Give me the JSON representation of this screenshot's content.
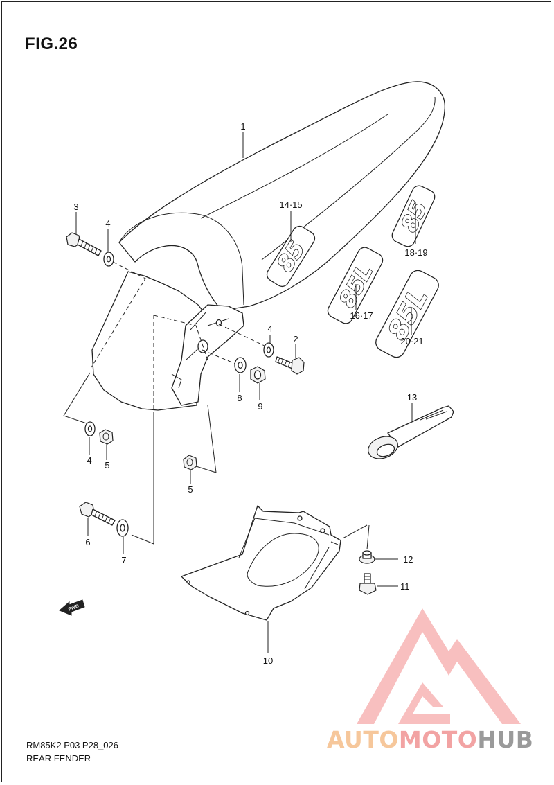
{
  "figure": {
    "title": "FIG.26",
    "code": "RM85K2 P03 P28_026",
    "name": "REAR FENDER",
    "fwd_arrow_text": "FWD"
  },
  "part_labels": {
    "p1": "1",
    "p2": "2",
    "p3": "3",
    "p4_top": "4",
    "p4_mid": "4",
    "p4_low": "4",
    "p5_a": "5",
    "p5_b": "5",
    "p6": "6",
    "p7": "7",
    "p8": "8",
    "p9": "9",
    "p10": "10",
    "p11": "11",
    "p12": "12",
    "p13": "13",
    "p14_15": "14·15",
    "p16_17": "16·17",
    "p18_19": "18·19",
    "p20_21": "20·21"
  },
  "decals": {
    "fender_badge": "85",
    "d16_17": "85L",
    "d18_19": "85",
    "d20_21": "85L"
  },
  "watermark": {
    "part1": "AUTO",
    "part2": "MOTO",
    "part3": "HUB",
    "color_auto": "#f6c79b",
    "color_moto": "#f2a3a3",
    "color_hub": "#9a9a9a",
    "logo_color": "#f5a3a3"
  }
}
